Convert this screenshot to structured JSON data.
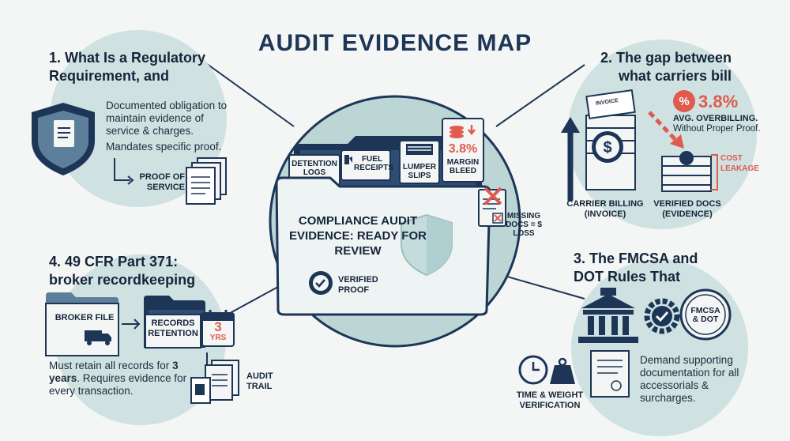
{
  "title": "AUDIT EVIDENCE MAP",
  "colors": {
    "navy": "#1d3557",
    "teal": "#c5dcdc",
    "red": "#e05a4e",
    "background": "#f4f6f5"
  },
  "center": {
    "tabs": [
      "DETENTION LOGS",
      "FUEL RECEIPTS",
      "LUMPER SLIPS"
    ],
    "bleed_value": "3.8%",
    "bleed_label": "MARGIN BLEED",
    "folder_text": "COMPLIANCE AUDIT EVIDENCE: READY FOR REVIEW",
    "verified": "VERIFIED PROOF",
    "missing": "MISSING DOCS = $ LOSS"
  },
  "section1": {
    "heading_line1": "1. What Is a Regulatory",
    "heading_line2": "Requirement, and",
    "description": "Documented obligation to maintain evidence of service & charges.",
    "note": "Mandates specific proof.",
    "proof_label": "PROOF OF SERVICE"
  },
  "section2": {
    "heading_line1": "2. The gap between",
    "heading_line2": "what carriers bill",
    "invoice_label": "INVOICE",
    "stat_value": "3.8%",
    "stat_label": "AVG. OVERBILLING.",
    "stat_note": "Without Proper Proof.",
    "cost_leakage": "COST LEAKAGE",
    "billing_label": "CARRIER BILLING (INVOICE)",
    "verified_label": "VERIFIED DOCS (EVIDENCE)"
  },
  "section3": {
    "heading_line1": "3. The FMCSA and",
    "heading_line2": "DOT Rules That",
    "badge": "FMCSA & DOT",
    "description": "Demand supporting documentation for all accessorials & surcharges.",
    "verification_label": "TIME & WEIGHT VERIFICATION"
  },
  "section4": {
    "heading_line1": "4. 49 CFR Part 371:",
    "heading_line2": "broker recordkeeping",
    "broker_file": "BROKER FILE",
    "records_retention": "RECORDS RETENTION",
    "years_num": "3",
    "years_unit": "YRS",
    "desc_before": "Must retain all records for",
    "desc_bold": "3 years",
    "desc_after": ". Requires evidence for every transaction.",
    "audit_trail": "AUDIT TRAIL"
  }
}
